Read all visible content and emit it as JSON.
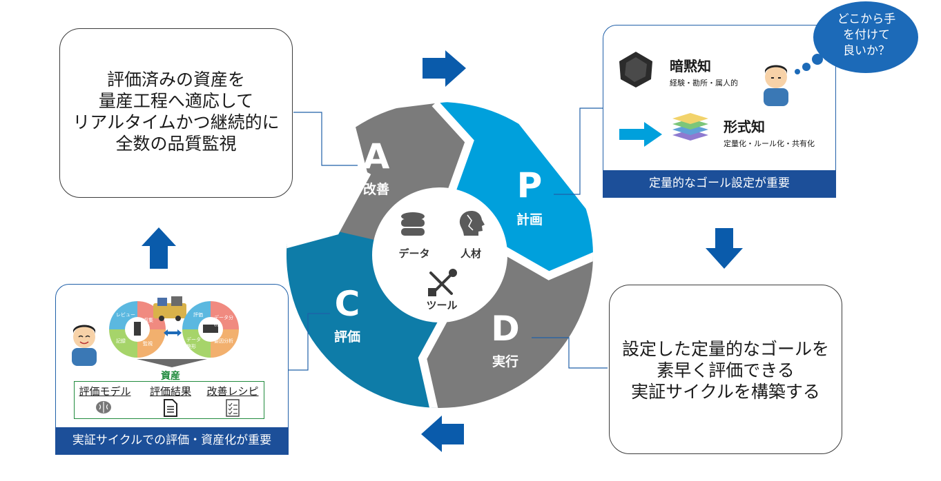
{
  "center": {
    "data": "データ",
    "people": "人材",
    "tools": "ツール"
  },
  "segments": {
    "a": {
      "letter": "A",
      "label": "改善"
    },
    "p": {
      "letter": "P",
      "label": "計画"
    },
    "d": {
      "letter": "D",
      "label": "実行"
    },
    "c": {
      "letter": "C",
      "label": "評価"
    }
  },
  "top_left": {
    "lines": [
      "評価済みの資産を",
      "量産工程へ適応して",
      "リアルタイムかつ継続的に",
      "全数の品質監視"
    ]
  },
  "top_right": {
    "tacit_title": "暗黙知",
    "tacit_sub": "経験・勘所・属人的",
    "explicit_title": "形式知",
    "explicit_sub": "定量化・ルール化・共有化",
    "bubble": [
      "どこから手",
      "を付けて",
      "良いか？"
    ],
    "banner": "定量的なゴール設定が重要"
  },
  "bottom_right": {
    "lines": [
      "設定した定量的なゴールを",
      "素早く評価できる",
      "実証サイクルを構築する"
    ]
  },
  "bottom_left": {
    "cycle_left": [
      "レビュー",
      "収集",
      "記録",
      "監視"
    ],
    "cycle_right": [
      "評価",
      "データ分析",
      "データ整形",
      "要因分析"
    ],
    "assets_title": "資産",
    "assets": [
      "評価モデル",
      "評価結果",
      "改善レシピ"
    ],
    "banner": "実証サイクルでの評価・資産化が重要"
  },
  "colors": {
    "gray": "#7d7d7d",
    "sky": "#00a0dc",
    "teal": "#0e7ca8",
    "navy": "#1c4f99",
    "arrow": "#0a5bab"
  }
}
